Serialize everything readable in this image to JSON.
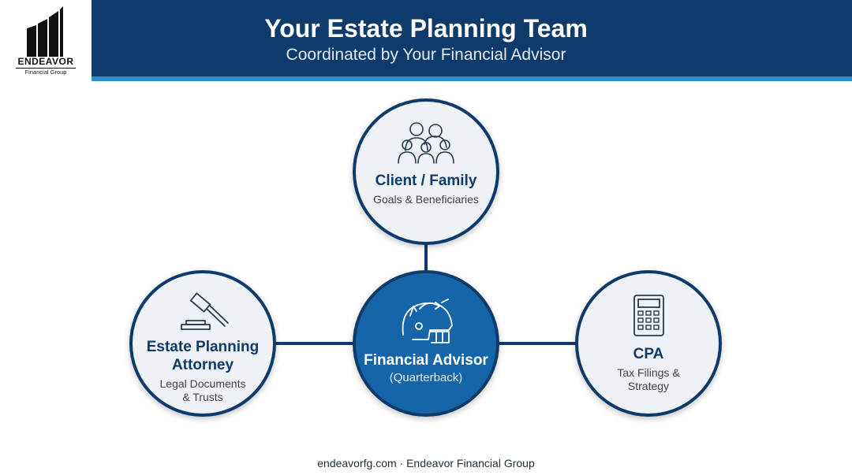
{
  "logo": {
    "name": "ENDEAVOR",
    "subname": "Financial Group"
  },
  "header": {
    "title": "Your Estate Planning Team",
    "subtitle": "Coordinated by Your Financial Advisor"
  },
  "nodes": {
    "client": {
      "title": "Client / Family",
      "subtitle": "Goals & Beneficiaries",
      "icon": "family-icon"
    },
    "attorney": {
      "title_line1": "Estate Planning",
      "title_line2": "Attorney",
      "sub_line1": "Legal Documents",
      "sub_line2": "& Trusts",
      "icon": "gavel-icon"
    },
    "advisor": {
      "title": "Financial Advisor",
      "subtitle": "(Quarterback)",
      "icon": "football-helmet-icon"
    },
    "cpa": {
      "title": "CPA",
      "sub_line1": "Tax Filings &",
      "sub_line2": "Strategy",
      "icon": "calculator-icon"
    }
  },
  "footer": {
    "text": "endeavorfg.com · Endeavor Financial Group"
  },
  "colors": {
    "navy": "#0f3a6c",
    "accent_blue": "#2b8dd1",
    "center_fill": "#1565a8",
    "node_fill": "#eef1f5"
  }
}
